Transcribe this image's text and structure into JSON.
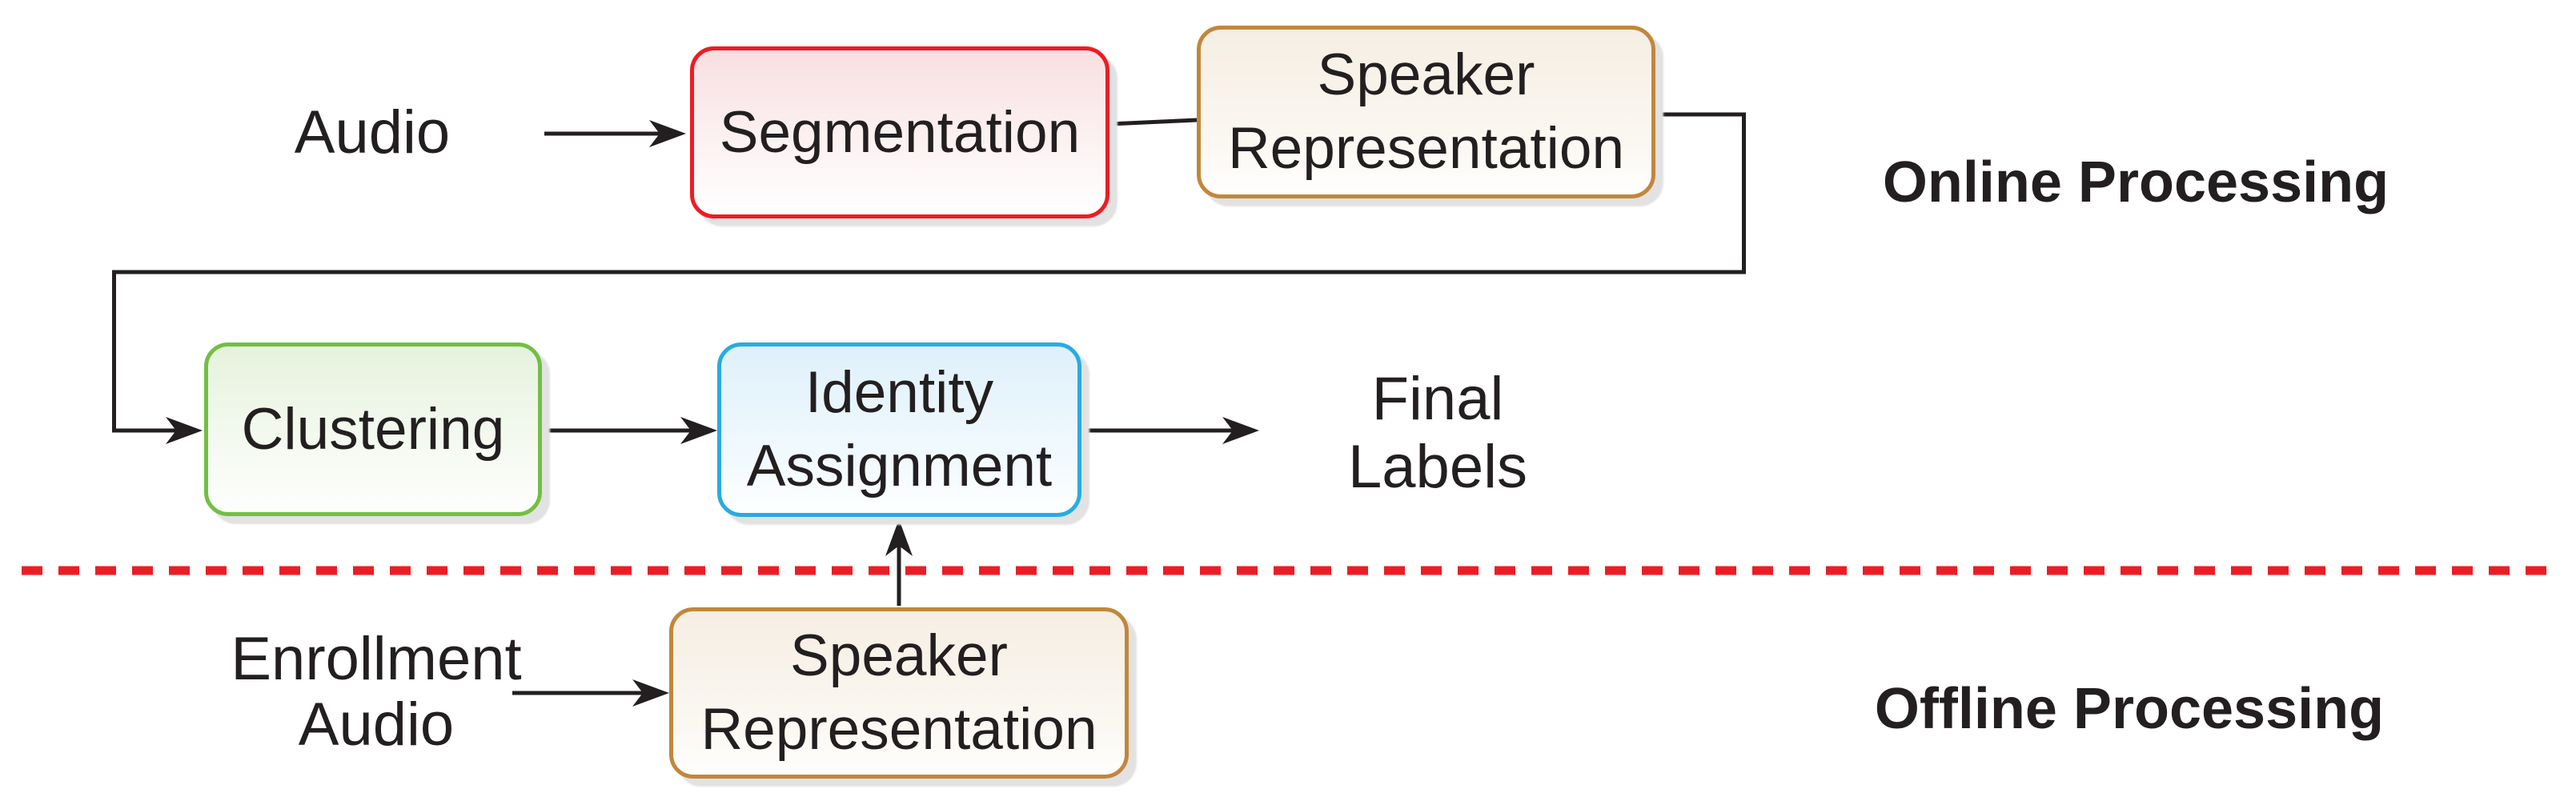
{
  "diagram": {
    "nodes": {
      "audio": {
        "label": "Audio"
      },
      "segmentation": {
        "label": "Segmentation"
      },
      "speaker_representation_online": {
        "line1": "Speaker",
        "line2": "Representation"
      },
      "clustering": {
        "label": "Clustering"
      },
      "identity_assignment": {
        "line1": "Identity",
        "line2": "Assignment"
      },
      "final_labels": {
        "line1": "Final",
        "line2": "Labels"
      },
      "enrollment_audio": {
        "line1": "Enrollment",
        "line2": "Audio"
      },
      "speaker_representation_offline": {
        "line1": "Speaker",
        "line2": "Representation"
      }
    },
    "headings": {
      "online": "Online Processing",
      "offline": "Offline Processing"
    },
    "colors": {
      "segmentation_border": "#ED1C24",
      "speaker_representation_border": "#C1873C",
      "clustering_border": "#72BF44",
      "identity_assignment_border": "#29ABE2",
      "divider_dashed_line": "#ED1C24",
      "connector_line": "#231F20",
      "text": "#231F20",
      "box_shadow": "#E2E2E2"
    }
  }
}
